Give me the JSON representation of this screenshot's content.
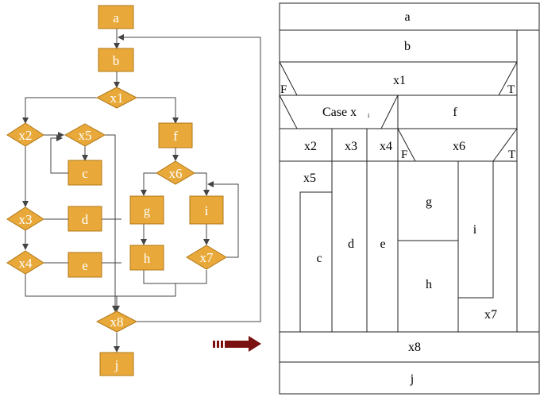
{
  "flowchart": {
    "a": "a",
    "b": "b",
    "x1": "x1",
    "x2": "x2",
    "x5": "x5",
    "c": "c",
    "f": "f",
    "x6": "x6",
    "x3": "x3",
    "d": "d",
    "g": "g",
    "i": "i",
    "x4": "x4",
    "e": "e",
    "h": "h",
    "x7": "x7",
    "x8": "x8",
    "j": "j"
  },
  "ns": {
    "a": "a",
    "b": "b",
    "x1": "x1",
    "x1_false": "F",
    "x1_true": "T",
    "case_label": "Case x",
    "case_sub": "i",
    "f": "f",
    "x2": "x2",
    "x3": "x3",
    "x4": "x4",
    "x6": "x6",
    "x6_false": "F",
    "x6_true": "T",
    "x5": "x5",
    "c": "c",
    "d": "d",
    "e": "e",
    "g": "g",
    "h": "h",
    "i": "i",
    "x7": "x7",
    "x8": "x8",
    "j": "j"
  },
  "colors": {
    "node_fill": "#e8a93a",
    "node_stroke": "#b07818",
    "arrow": "#7a1010"
  }
}
